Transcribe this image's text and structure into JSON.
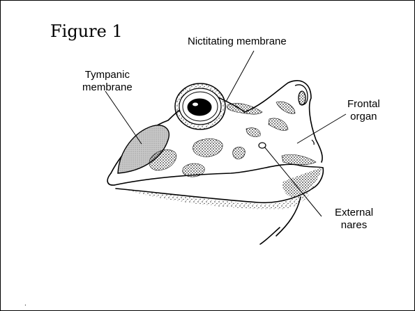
{
  "figure": {
    "title": "Figure 1"
  },
  "labels": {
    "nictitating": "Nictitating membrane",
    "tympanic_line1": "Tympanic",
    "tympanic_line2": "membrane",
    "frontal_line1": "Frontal",
    "frontal_line2": "organ",
    "nares_line1": "External",
    "nares_line2": "nares"
  },
  "colors": {
    "ink": "#000000",
    "stipple": "#555555",
    "membrane_fill": "#b8b8b8"
  }
}
